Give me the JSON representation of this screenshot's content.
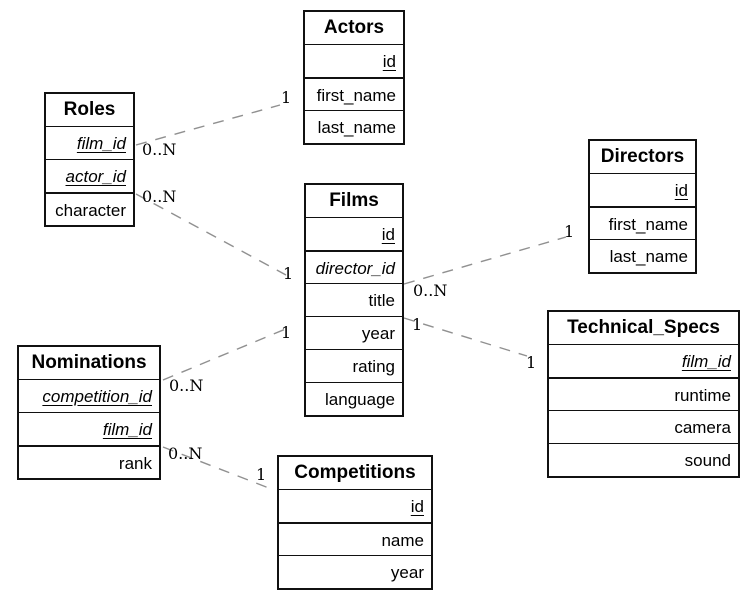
{
  "diagram": {
    "background": "#ffffff",
    "colors": {
      "table_border": "#111111",
      "table_background": "#ffffff",
      "text": "#000000",
      "relationship_line": "#909090"
    },
    "tables": {
      "actors": {
        "title": "Actors",
        "fields": [
          {
            "text": "id",
            "key": "pk"
          },
          {
            "text": "first_name",
            "key": "none"
          },
          {
            "text": "last_name",
            "key": "none"
          }
        ]
      },
      "roles": {
        "title": "Roles",
        "fields": [
          {
            "text": "film_id",
            "key": "pk+fk"
          },
          {
            "text": "actor_id",
            "key": "pk+fk"
          },
          {
            "text": "character",
            "key": "none"
          }
        ]
      },
      "films": {
        "title": "Films",
        "fields": [
          {
            "text": "id",
            "key": "pk"
          },
          {
            "text": "director_id",
            "key": "fk"
          },
          {
            "text": "title",
            "key": "none"
          },
          {
            "text": "year",
            "key": "none"
          },
          {
            "text": "rating",
            "key": "none"
          },
          {
            "text": "language",
            "key": "none"
          }
        ]
      },
      "directors": {
        "title": "Directors",
        "fields": [
          {
            "text": "id",
            "key": "pk"
          },
          {
            "text": "first_name",
            "key": "none"
          },
          {
            "text": "last_name",
            "key": "none"
          }
        ]
      },
      "technical_specs": {
        "title": "Technical_Specs",
        "fields": [
          {
            "text": "film_id",
            "key": "pk+fk"
          },
          {
            "text": "runtime",
            "key": "none"
          },
          {
            "text": "camera",
            "key": "none"
          },
          {
            "text": "sound",
            "key": "none"
          }
        ]
      },
      "nominations": {
        "title": "Nominations",
        "fields": [
          {
            "text": "competition_id",
            "key": "pk+fk"
          },
          {
            "text": "film_id",
            "key": "pk+fk"
          },
          {
            "text": "rank",
            "key": "none"
          }
        ]
      },
      "competitions": {
        "title": "Competitions",
        "fields": [
          {
            "text": "id",
            "key": "pk"
          },
          {
            "text": "name",
            "key": "none"
          },
          {
            "text": "year",
            "key": "none"
          }
        ]
      }
    },
    "relationships": [
      {
        "name": "roles-actors",
        "near_label": "0..N",
        "far_label": "1"
      },
      {
        "name": "roles-films",
        "near_label": "0..N",
        "far_label": "1"
      },
      {
        "name": "films-directors",
        "near_label": "0..N",
        "far_label": "1"
      },
      {
        "name": "films-technical-specs",
        "near_label": "1",
        "far_label": "1"
      },
      {
        "name": "nominations-films",
        "near_label": "0..N",
        "far_label": "1"
      },
      {
        "name": "nominations-competitions",
        "near_label": "0..N",
        "far_label": "1"
      }
    ]
  }
}
